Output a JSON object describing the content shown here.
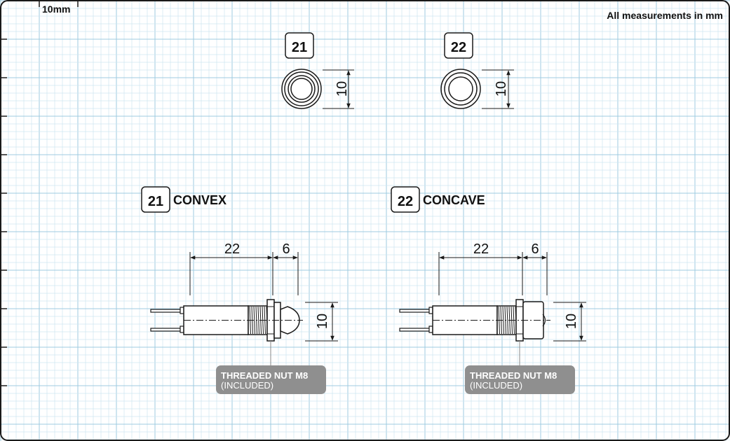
{
  "scale_label": "10mm",
  "units_note": "All measurements in mm",
  "top_views": [
    {
      "badge": "21",
      "dim_diameter": "10"
    },
    {
      "badge": "22",
      "dim_diameter": "10"
    }
  ],
  "side_views": [
    {
      "badge": "21",
      "title": "CONVEX",
      "dim_body": "22",
      "dim_head": "6",
      "dim_diameter": "10",
      "nut_label_line1": "THREADED NUT M8",
      "nut_label_line2": "(INCLUDED)"
    },
    {
      "badge": "22",
      "title": "CONCAVE",
      "dim_body": "22",
      "dim_head": "6",
      "dim_diameter": "10",
      "nut_label_line1": "THREADED NUT M8",
      "nut_label_line2": "(INCLUDED)"
    }
  ],
  "colors": {
    "grid_minor": "#cfe6f0",
    "grid_major": "#9fcbe0",
    "line": "#1a1a1a",
    "badge_fill": "#ffffff",
    "callout_fill": "#8f8f8f",
    "callout_text": "#ffffff"
  }
}
